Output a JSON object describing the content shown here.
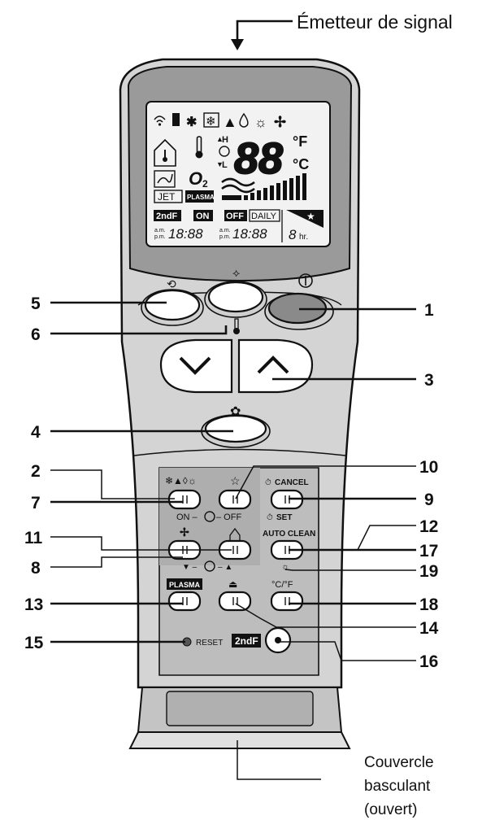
{
  "captions": {
    "transmitter": "Émetteur de signal",
    "cover_line1": "Couvercle",
    "cover_line2": "basculant",
    "cover_line3": "(ouvert)"
  },
  "lcd": {
    "temp_digits": "88",
    "unit_f": "°F",
    "unit_c": "°C",
    "o2": "O",
    "o2_sub": "2",
    "jet": "JET",
    "plasma_badge": "PLASMA",
    "second_f": "2ndF",
    "on": "ON",
    "off": "OFF",
    "daily": "DAILY",
    "ampm": "a.m.\np.m.",
    "time1": "18:88",
    "time2": "18:88",
    "hours": "8",
    "hr": "hr.",
    "h": "H",
    "l": "L"
  },
  "panel": {
    "cancel": "CANCEL",
    "set": "SET",
    "on_off": "ON –",
    "off": "– OFF",
    "autoclean": "AUTO CLEAN",
    "plasma": "PLASMA",
    "cf": "°C/°F",
    "reset": "RESET",
    "second_f": "2ndF"
  },
  "callouts": {
    "n1": "1",
    "n2": "2",
    "n3": "3",
    "n4": "4",
    "n5": "5",
    "n6": "6",
    "n7": "7",
    "n8": "8",
    "n9": "9",
    "n10": "10",
    "n11": "11",
    "n12": "12",
    "n13": "13",
    "n14": "14",
    "n15": "15",
    "n16": "16",
    "n17": "17",
    "n18": "18",
    "n19": "19"
  }
}
